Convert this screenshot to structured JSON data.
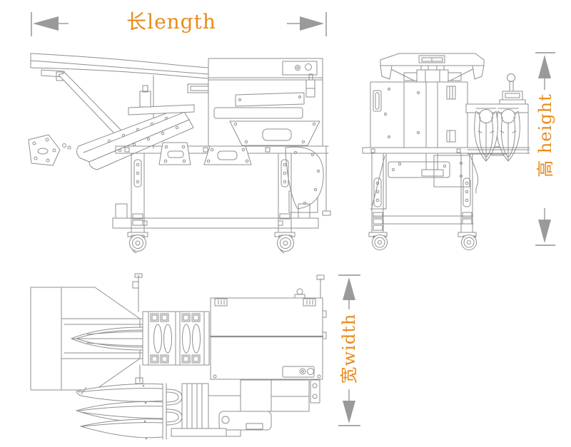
{
  "dimensions": {
    "length": {
      "label": "长length",
      "orientation": "horizontal"
    },
    "height": {
      "label": "高 height",
      "orientation": "vertical"
    },
    "width": {
      "label": "宽width",
      "orientation": "vertical"
    }
  },
  "icons": {
    "arrow_left": "◀",
    "arrow_right": "▶",
    "arrow_up": "▲",
    "arrow_down": "▼"
  },
  "colors": {
    "label_text": "#e78b1d",
    "line": "#8f8f8f",
    "arrow": "#9a9a9a",
    "background": "#ffffff"
  }
}
